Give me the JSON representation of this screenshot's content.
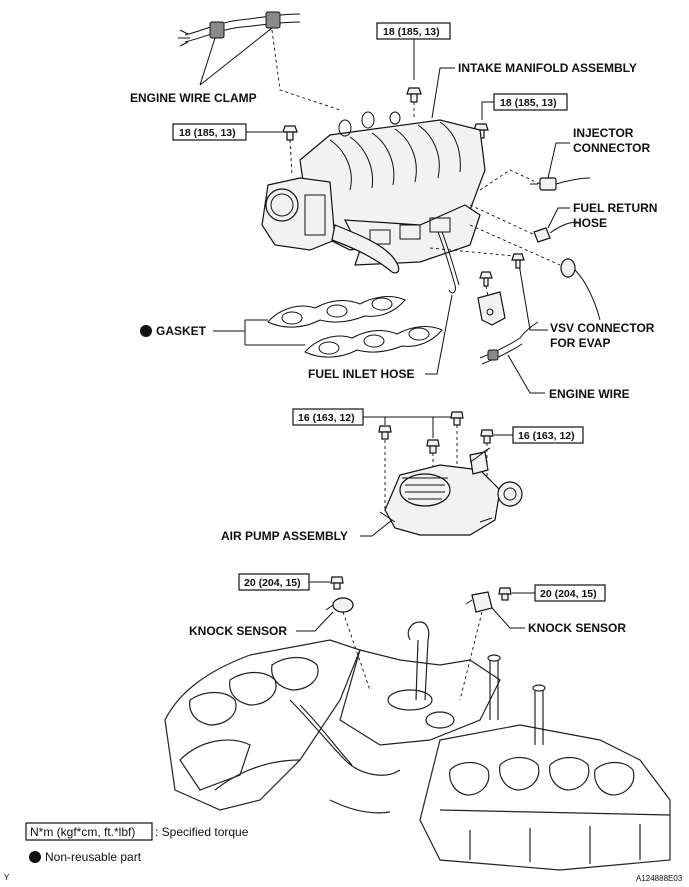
{
  "labels": {
    "intake_manifold": "INTAKE MANIFOLD ASSEMBLY",
    "engine_wire_clamp": "ENGINE WIRE CLAMP",
    "injector_connector_line1": "INJECTOR",
    "injector_connector_line2": "CONNECTOR",
    "fuel_return_hose_line1": "FUEL RETURN",
    "fuel_return_hose_line2": "HOSE",
    "gasket": "GASKET",
    "vsv_connector_line1": "VSV CONNECTOR",
    "vsv_connector_line2": "FOR EVAP",
    "fuel_inlet_hose": "FUEL INLET HOSE",
    "engine_wire": "ENGINE WIRE",
    "air_pump_assembly": "AIR PUMP ASSEMBLY",
    "knock_sensor_left": "KNOCK SENSOR",
    "knock_sensor_right": "KNOCK SENSOR"
  },
  "torque": {
    "manifold_top": "18 (185, 13)",
    "manifold_right": "18 (185, 13)",
    "manifold_left": "18 (185, 13)",
    "air_pump_top": "16 (163, 12)",
    "air_pump_right": "16 (163, 12)",
    "knock_left": "20 (204, 15)",
    "knock_right": "20 (204, 15)"
  },
  "legend": {
    "torque_unit": "N*m (kgf*cm, ft.*lbf)",
    "torque_desc": ": Specified torque",
    "non_reusable": "Non-reusable part"
  },
  "footer": {
    "left_mark": "Y",
    "figure_code": "A124888E03"
  }
}
